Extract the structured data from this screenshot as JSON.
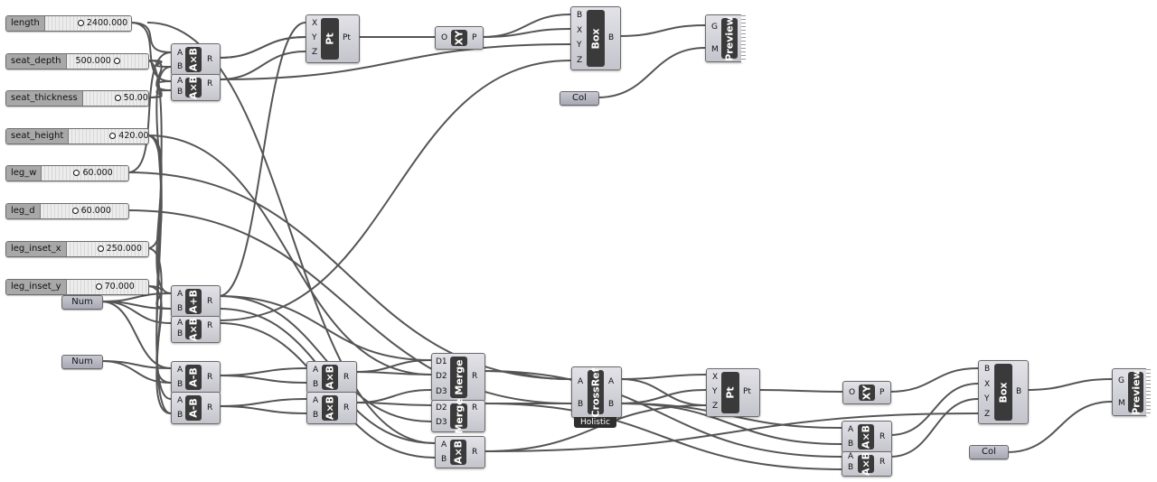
{
  "sliders": [
    {
      "label": "length",
      "value": "2400.000"
    },
    {
      "label": "seat_depth",
      "value": "500.000"
    },
    {
      "label": "seat_thickness",
      "value": "50.000"
    },
    {
      "label": "seat_height",
      "value": "420.000"
    },
    {
      "label": "leg_w",
      "value": "60.000"
    },
    {
      "label": "leg_d",
      "value": "60.000"
    },
    {
      "label": "leg_inset_x",
      "value": "250.000"
    },
    {
      "label": "leg_inset_y",
      "value": "70.000"
    }
  ],
  "params": {
    "num1": "Num",
    "num2": "Num",
    "col1": "Col",
    "col2": "Col"
  },
  "components": {
    "mul_a1": {
      "title": "A×B",
      "in": [
        "A",
        "B"
      ],
      "out": [
        "R"
      ]
    },
    "mul_a2": {
      "title": "A×B",
      "in": [
        "A",
        "B"
      ],
      "out": [
        "R"
      ]
    },
    "pt1": {
      "title": "Pt",
      "in": [
        "X",
        "Y",
        "Z"
      ],
      "out": [
        "Pt"
      ]
    },
    "xy1": {
      "title": "XY",
      "in": [
        "O"
      ],
      "out": [
        "P"
      ]
    },
    "box1": {
      "title": "Box",
      "in": [
        "B",
        "X",
        "Y",
        "Z"
      ],
      "out": [
        "B"
      ]
    },
    "preview1": {
      "title": "Preview",
      "in": [
        "G",
        "M"
      ]
    },
    "add1": {
      "title": "A+B",
      "in": [
        "A",
        "B"
      ],
      "out": [
        "R"
      ]
    },
    "mul_b1": {
      "title": "A×B",
      "in": [
        "A",
        "B"
      ],
      "out": [
        "R"
      ]
    },
    "sub1": {
      "title": "A-B",
      "in": [
        "A",
        "B"
      ],
      "out": [
        "R"
      ]
    },
    "sub2": {
      "title": "A-B",
      "in": [
        "A",
        "B"
      ],
      "out": [
        "R"
      ]
    },
    "mul_c1": {
      "title": "A×B",
      "in": [
        "A",
        "B"
      ],
      "out": [
        "R"
      ]
    },
    "mul_c2": {
      "title": "A×B",
      "in": [
        "A",
        "B"
      ],
      "out": [
        "R"
      ]
    },
    "merge1": {
      "title": "Merge",
      "in": [
        "D1",
        "D2",
        "D3"
      ],
      "out": [
        "R"
      ]
    },
    "merge2": {
      "title": "Merge",
      "in": [
        "D2",
        "D3"
      ],
      "out": [
        "R"
      ]
    },
    "mul_d1": {
      "title": "A×B",
      "in": [
        "A",
        "B"
      ],
      "out": [
        "R"
      ]
    },
    "crossref": {
      "title": "CrossRef",
      "in": [
        "A",
        "B"
      ],
      "out": [
        "A",
        "B"
      ],
      "tag": "Holistic"
    },
    "pt2": {
      "title": "Pt",
      "in": [
        "X",
        "Y",
        "Z"
      ],
      "out": [
        "Pt"
      ]
    },
    "xy2": {
      "title": "XY",
      "in": [
        "O"
      ],
      "out": [
        "P"
      ]
    },
    "box2": {
      "title": "Box",
      "in": [
        "B",
        "X",
        "Y",
        "Z"
      ],
      "out": [
        "B"
      ]
    },
    "preview2": {
      "title": "Preview",
      "in": [
        "G",
        "M"
      ]
    },
    "mul_e1": {
      "title": "A×B",
      "in": [
        "A",
        "B"
      ],
      "out": [
        "R"
      ]
    },
    "mul_e2": {
      "title": "A×B",
      "in": [
        "A",
        "B"
      ],
      "out": [
        "R"
      ]
    }
  }
}
